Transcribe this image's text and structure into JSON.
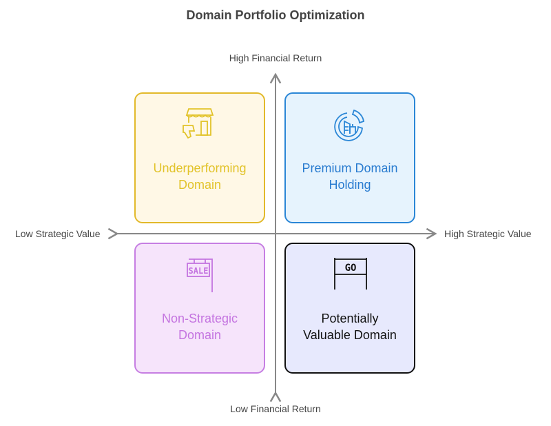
{
  "title": "Domain Portfolio Optimization",
  "axes": {
    "y_high": "High Financial Return",
    "y_low": "Low Financial Return",
    "x_low": "Low Strategic Value",
    "x_high": "High Strategic Value"
  },
  "quadrants": [
    {
      "line1": "Underperforming",
      "line2": "Domain",
      "icon": "store-thumbs-down-icon",
      "color": "#e2c32a",
      "bg": "#fff8e6"
    },
    {
      "line1": "Premium Domain",
      "line2": "Holding",
      "icon": "building-chart-icon",
      "color": "#2a86d6",
      "bg": "#e6f3fd"
    },
    {
      "line1": "Non-Strategic",
      "line2": "Domain",
      "icon": "sale-sign-icon",
      "icon_text": "SALE",
      "color": "#c474e0",
      "bg": "#f6e4fb"
    },
    {
      "line1": "Potentially",
      "line2": "Valuable Domain",
      "icon": "go-sign-icon",
      "icon_text": "GO",
      "color": "#111111",
      "bg": "#e7e9fd"
    }
  ]
}
